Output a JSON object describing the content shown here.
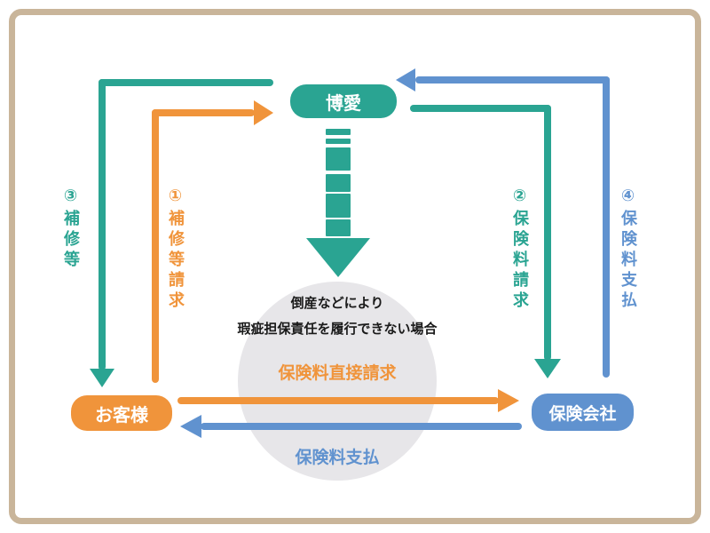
{
  "colors": {
    "teal": "#2aa492",
    "orange": "#f0943b",
    "blue": "#6092cf",
    "circle_bg": "#e7e6e9",
    "frame": "#c9b59a",
    "ink": "#1a1a1a"
  },
  "nodes": {
    "hakuai": "博愛",
    "customer": "お客様",
    "insurer": "保険会社"
  },
  "flows": {
    "repair": "③補修等",
    "repair_request": "①補修等請求",
    "premium_request": "②保険料請求",
    "premium_payment": "④保険料支払"
  },
  "center_scenario": {
    "line1": "倒産などにより",
    "line2": "瑕疵担保責任を履行できない場合",
    "direct_claim": "保険料直接請求",
    "payment": "保険料支払"
  }
}
